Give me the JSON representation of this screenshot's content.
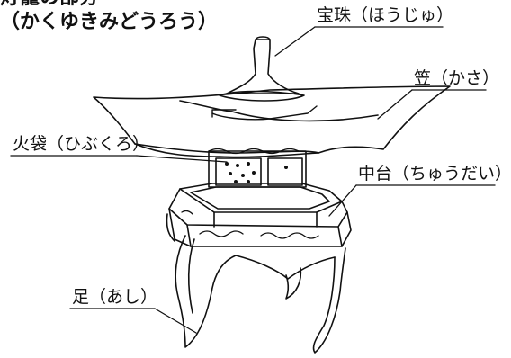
{
  "title": {
    "line1": "灯籠の部分",
    "line2": "（かくゆきみどうろう）"
  },
  "labels": {
    "hoju": "宝珠（ほうじゅ）",
    "kasa": "笠（かさ）",
    "hibukuro": "火袋（ひぶくろ）",
    "chudai": "中台（ちゅうだい）",
    "ashi": "足（あし）"
  },
  "colors": {
    "ink": "#111111",
    "background": "#ffffff"
  }
}
